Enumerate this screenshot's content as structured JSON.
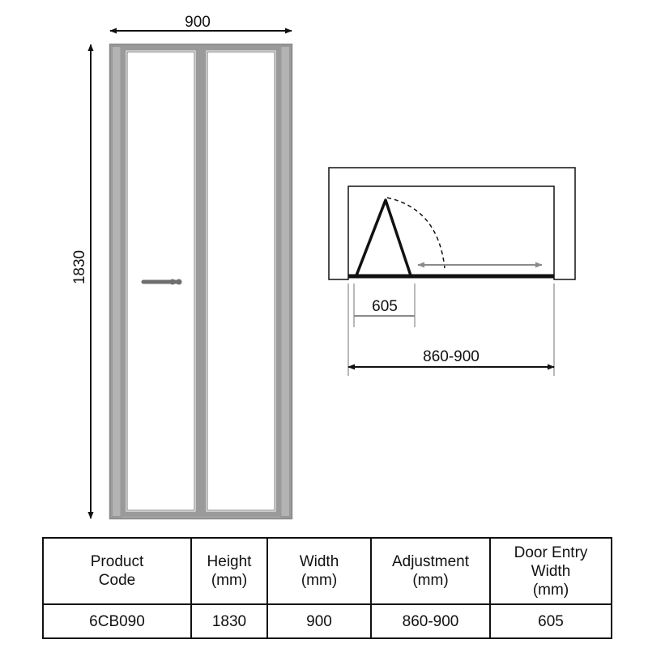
{
  "front_view": {
    "width_label": "900",
    "height_label": "1830"
  },
  "plan_view": {
    "entry_width_label": "605",
    "adjustment_label": "860-900"
  },
  "spec_table": {
    "headers": [
      "Product\nCode",
      "Height\n(mm)",
      "Width\n(mm)",
      "Adjustment\n(mm)",
      "Door Entry\nWidth\n(mm)"
    ],
    "row": [
      "6CB090",
      "1830",
      "900",
      "860-900",
      "605"
    ]
  },
  "colors": {
    "frame": "#9a9a9a",
    "line": "#111111",
    "arrow_grey": "#8a8a8a"
  }
}
